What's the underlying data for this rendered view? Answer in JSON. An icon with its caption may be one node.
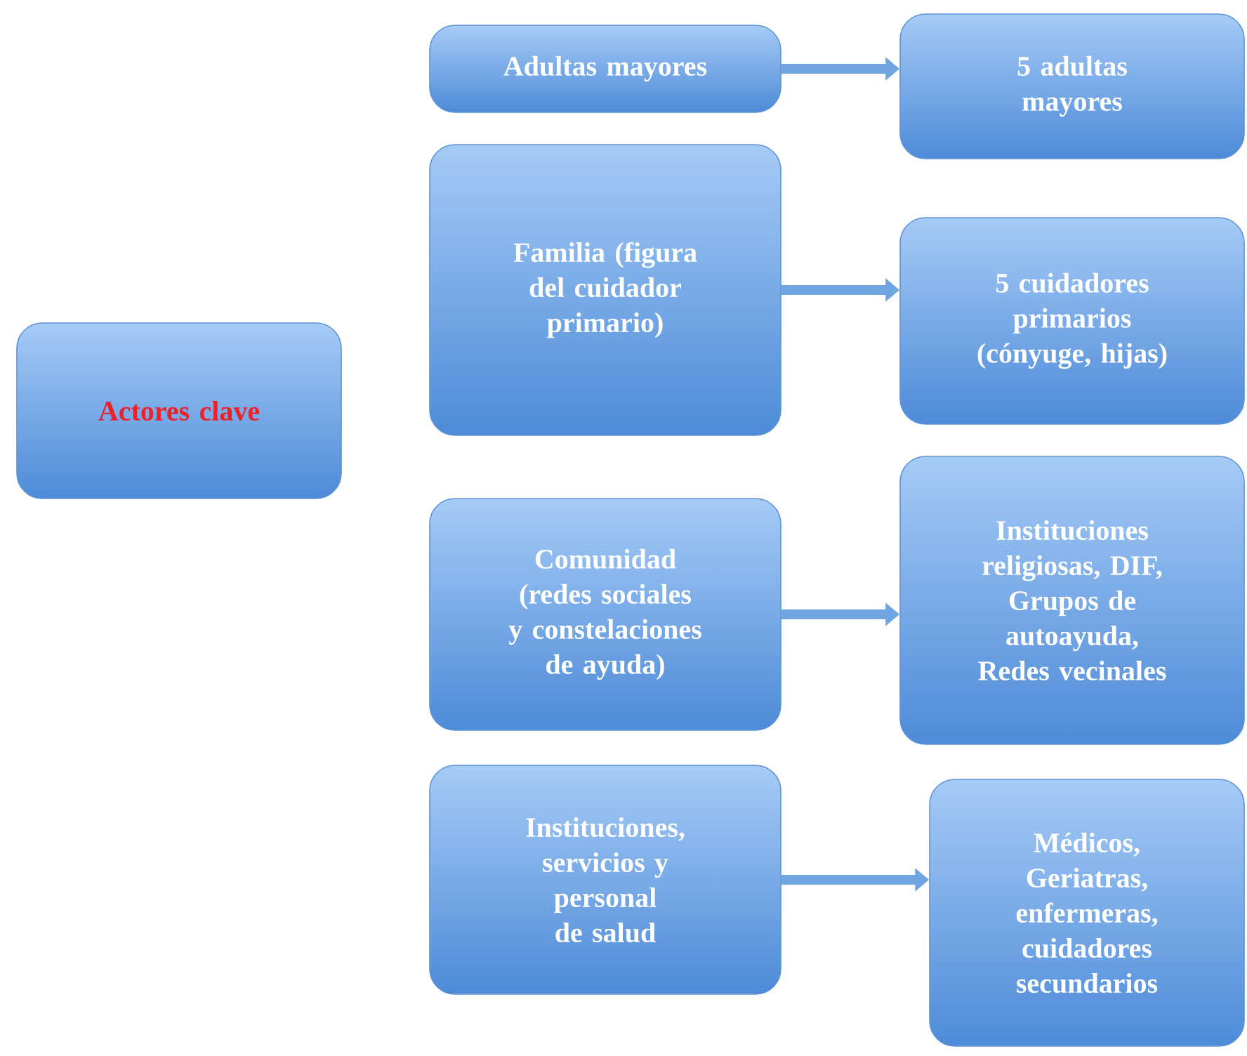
{
  "diagram": {
    "nodes": [
      {
        "text": [
          "Actores clave"
        ]
      },
      {
        "text": [
          "Adultas mayores"
        ]
      },
      {
        "text": [
          "5 adultas mayores"
        ]
      },
      {
        "text": [
          "Familia (figura del cuidador primario)"
        ]
      },
      {
        "text": [
          "5 cuidadores primarios (cónyuge, hijas)"
        ]
      },
      {
        "text": [
          "Comunidad (redes sociales y constelaciones de ayuda)"
        ]
      },
      {
        "text": [
          "Instituciones religiosas, DIF, Grupos de autoayuda, Redes vecinales"
        ]
      },
      {
        "text": [
          "Instituciones, servicios y personal de salud"
        ]
      },
      {
        "text": [
          "Médicos, Geriatras, enfermeras, cuidadores secundarios"
        ]
      }
    ],
    "edges": [
      {
        "from": 1,
        "to": 2,
        "arrow": "to"
      },
      {
        "from": 3,
        "to": 4,
        "arrow": "to"
      },
      {
        "from": 5,
        "to": 6,
        "arrow": "to"
      },
      {
        "from": 7,
        "to": 8,
        "arrow": "to"
      }
    ]
  }
}
